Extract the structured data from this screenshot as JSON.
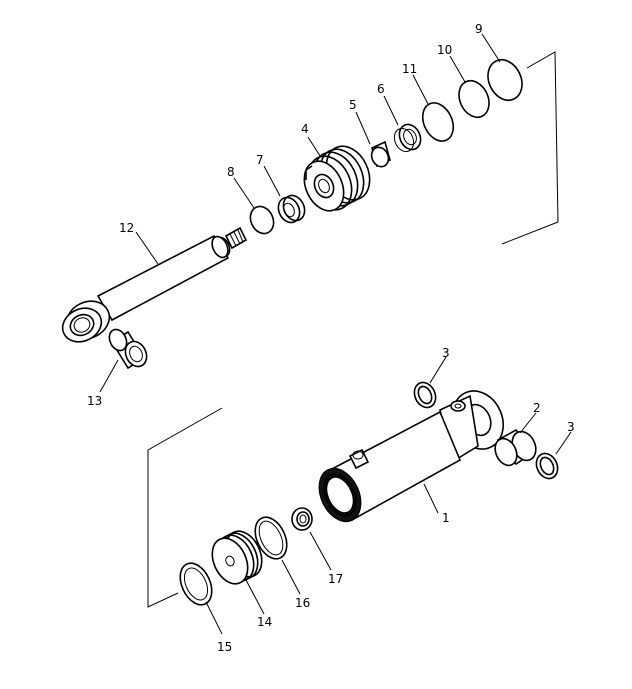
{
  "labels": [
    {
      "id": "1",
      "text": "1"
    },
    {
      "id": "2",
      "text": "2"
    },
    {
      "id": "3a",
      "text": "3"
    },
    {
      "id": "3b",
      "text": "3"
    },
    {
      "id": "4",
      "text": "4"
    },
    {
      "id": "5",
      "text": "5"
    },
    {
      "id": "6",
      "text": "6"
    },
    {
      "id": "7",
      "text": "7"
    },
    {
      "id": "8",
      "text": "8"
    },
    {
      "id": "9",
      "text": "9"
    },
    {
      "id": "10",
      "text": "10"
    },
    {
      "id": "11",
      "text": "11"
    },
    {
      "id": "12",
      "text": "12"
    },
    {
      "id": "13",
      "text": "13"
    },
    {
      "id": "14",
      "text": "14"
    },
    {
      "id": "15",
      "text": "15"
    },
    {
      "id": "16",
      "text": "16"
    },
    {
      "id": "17",
      "text": "17"
    }
  ]
}
